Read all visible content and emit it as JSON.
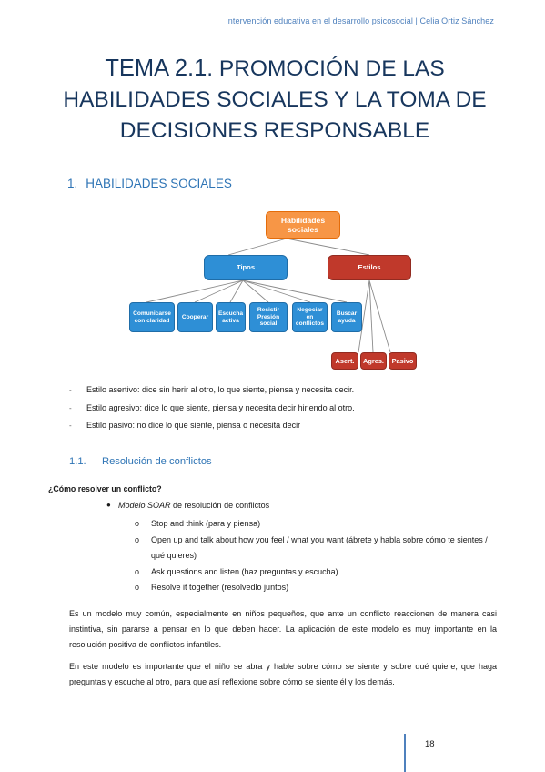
{
  "header": {
    "running_text": "Intervención educativa en el desarrollo psicosocial | Celia Ortiz Sánchez"
  },
  "title": {
    "number": "TEMA 2.1",
    "text": ". PROMOCIÓN DE LAS HABILIDADES SOCIALES Y LA TOMA DE DECISIONES RESPONSABLE"
  },
  "section1": {
    "number": "1.",
    "title": "HABILIDADES SOCIALES"
  },
  "diagram": {
    "root": "Habilidades sociales",
    "tipos": "Tipos",
    "estilos": "Estilos",
    "tipos_children": [
      "Comunicarse con claridad",
      "Cooperar",
      "Escucha activa",
      "Resistir Presión social",
      "Negociar en conflictos",
      "Buscar ayuda"
    ],
    "estilos_children": [
      "Asert.",
      "Agres.",
      "Pasivo"
    ]
  },
  "styles_list": [
    "Estilo asertivo: dice sin herir al otro, lo que siente, piensa y necesita decir.",
    "Estilo agresivo: dice lo que siente, piensa y necesita decir hiriendo al otro.",
    "Estilo pasivo: no dice lo que siente, piensa o necesita decir"
  ],
  "section11": {
    "number": "1.1.",
    "title": "Resolución de conflictos"
  },
  "question": "¿Cómo resolver un conflicto?",
  "soar": {
    "italic": "Modelo SOAR",
    "rest": " de resolución de conflictos"
  },
  "soar_items": [
    "Stop and think (para y piensa)",
    "Open up and talk about how you feel / what you want (ábrete y habla sobre cómo te sientes / qué quieres)",
    "Ask questions and listen (haz preguntas y escucha)",
    "Resolve it together (resolvedlo juntos)"
  ],
  "paragraphs": [
    "Es un modelo muy común, especialmente en niños pequeños, que ante un conflicto reaccionen de manera casi instintiva, sin pararse a pensar en lo que deben hacer. La aplicación de este modelo es muy importante en la resolución positiva de conflictos infantiles.",
    "En este modelo es importante que el niño se abra y hable sobre cómo se siente y sobre qué quiere, que haga preguntas y escuche al otro, para que así reflexione sobre cómo se siente él y los demás."
  ],
  "footer": {
    "page_number": "18"
  },
  "colors": {
    "accent": "#4f81bd",
    "heading": "#2e74b5",
    "orange": "#f79646",
    "blue": "#2e8fd6",
    "red": "#c0392b"
  }
}
